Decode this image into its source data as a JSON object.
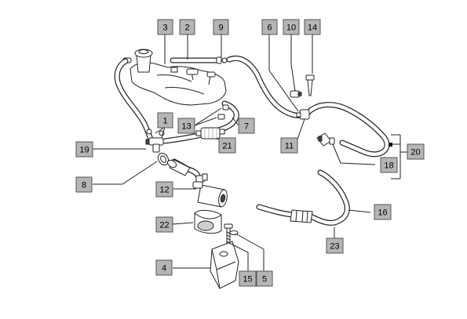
{
  "callouts": {
    "c1": "1",
    "c2": "2",
    "c3": "3",
    "c4": "4",
    "c5": "5",
    "c6": "6",
    "c7": "7",
    "c8": "8",
    "c9": "9",
    "c10": "10",
    "c11": "11",
    "c12": "12",
    "c13": "13",
    "c14": "14",
    "c15": "15",
    "c16": "16",
    "c18": "18",
    "c19": "19",
    "c20": "20",
    "c21": "21",
    "c22": "22",
    "c23": "23"
  }
}
